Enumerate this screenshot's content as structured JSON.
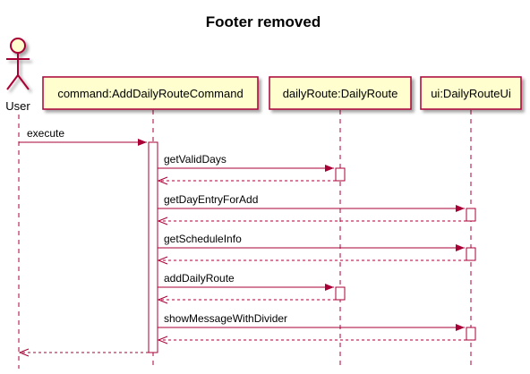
{
  "diagram": {
    "type": "sequence",
    "title": "Footer removed",
    "colors": {
      "participant_fill": "#FEFECE",
      "participant_border": "#A80036",
      "arrow": "#A80036",
      "lifeline": "#A80036",
      "activation_fill": "#FFFFFF"
    },
    "actor": {
      "label": "User",
      "icon": "stick-figure-actor-icon"
    },
    "participants": [
      {
        "id": "command",
        "label": "command:AddDailyRouteCommand"
      },
      {
        "id": "dailyRoute",
        "label": "dailyRoute:DailyRoute"
      },
      {
        "id": "ui",
        "label": "ui:DailyRouteUi"
      }
    ],
    "messages": [
      {
        "label": "execute",
        "from": "user",
        "to": "command",
        "kind": "call"
      },
      {
        "label": "getValidDays",
        "from": "command",
        "to": "dailyRoute",
        "kind": "call"
      },
      {
        "label": "",
        "from": "dailyRoute",
        "to": "command",
        "kind": "return"
      },
      {
        "label": "getDayEntryForAdd",
        "from": "command",
        "to": "ui",
        "kind": "call"
      },
      {
        "label": "",
        "from": "ui",
        "to": "command",
        "kind": "return"
      },
      {
        "label": "getScheduleInfo",
        "from": "command",
        "to": "ui",
        "kind": "call"
      },
      {
        "label": "",
        "from": "ui",
        "to": "command",
        "kind": "return"
      },
      {
        "label": "addDailyRoute",
        "from": "command",
        "to": "dailyRoute",
        "kind": "call"
      },
      {
        "label": "",
        "from": "dailyRoute",
        "to": "command",
        "kind": "return"
      },
      {
        "label": "showMessageWithDivider",
        "from": "command",
        "to": "ui",
        "kind": "call"
      },
      {
        "label": "",
        "from": "ui",
        "to": "command",
        "kind": "return"
      },
      {
        "label": "",
        "from": "command",
        "to": "user",
        "kind": "return"
      }
    ]
  }
}
